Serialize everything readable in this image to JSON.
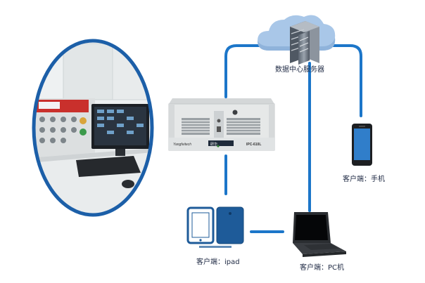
{
  "nodes": {
    "server": {
      "label": "数据中心服务器"
    },
    "phone": {
      "label": "客户端：手机"
    },
    "ipad": {
      "label": "客户端：ipad"
    },
    "pc": {
      "label": "客户端：PC机"
    },
    "ipc": {
      "brand": "Yangfeitech",
      "model": "IPC-610L",
      "badge": "研华"
    }
  },
  "colors": {
    "link": "#1c76c9",
    "cloud": "#a9c7e8",
    "ipc_body": "#e6e8e8",
    "ipad_blue": "#1e5b99",
    "bubble_border": "#1c5fa8"
  }
}
